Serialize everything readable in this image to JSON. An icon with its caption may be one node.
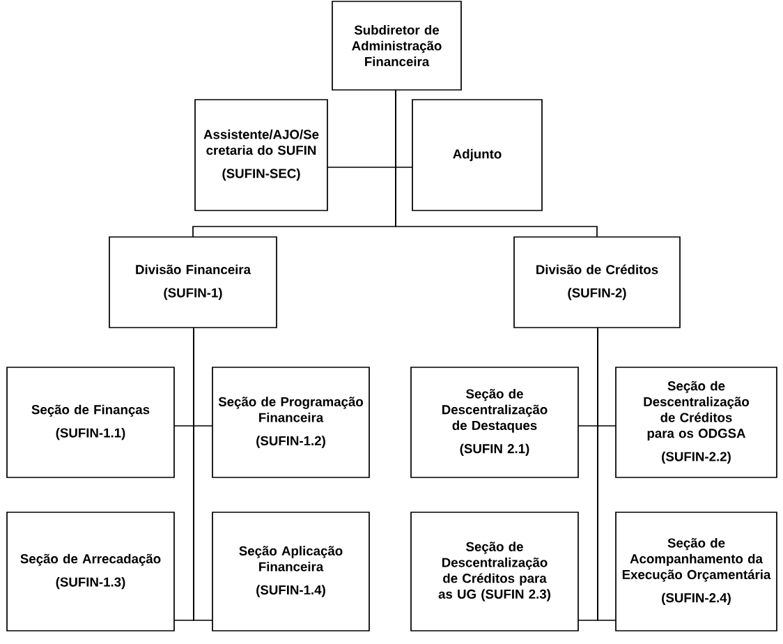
{
  "diagram": {
    "nodes": [
      {
        "text": [
          "Subdiretor de Administração Financeira"
        ]
      },
      {
        "text": [
          "Assistente/AJO/Se cretaria do SUFIN",
          "(SUFIN-SEC)"
        ]
      },
      {
        "text": [
          "Adjunto"
        ]
      },
      {
        "text": [
          "Divisão Financeira",
          "(SUFIN-1)"
        ]
      },
      {
        "text": [
          "Divisão de Créditos",
          "(SUFIN-2)"
        ]
      },
      {
        "text": [
          "Seção de Finanças",
          "(SUFIN-1.1)"
        ]
      },
      {
        "text": [
          "Seção de Programação Financeira",
          "(SUFIN-1.2)"
        ]
      },
      {
        "text": [
          "Seção de Descentralização de Destaques",
          "(SUFIN 2.1)"
        ]
      },
      {
        "text": [
          "Seção de Descentralização de Créditos para os ODGSA",
          "(SUFIN-2.2)"
        ]
      },
      {
        "text": [
          "Seção de Arrecadação",
          "(SUFIN-1.3)"
        ]
      },
      {
        "text": [
          "Seção Aplicação Financeira",
          "(SUFIN-1.4)"
        ]
      },
      {
        "text": [
          "Seção de Descentralização de Créditos para as UG (SUFIN 2.3)"
        ]
      },
      {
        "text": [
          "Seção de Acompanhamento da Execução Orçamentária",
          "(SUFIN-2.4)"
        ]
      }
    ],
    "edges": [
      {
        "from": 0,
        "to": 1,
        "arrow": "none"
      },
      {
        "from": 0,
        "to": 2,
        "arrow": "none"
      },
      {
        "from": 0,
        "to": 3,
        "arrow": "none"
      },
      {
        "from": 0,
        "to": 4,
        "arrow": "none"
      },
      {
        "from": 3,
        "to": 5,
        "arrow": "none"
      },
      {
        "from": 3,
        "to": 6,
        "arrow": "none"
      },
      {
        "from": 4,
        "to": 7,
        "arrow": "none"
      },
      {
        "from": 4,
        "to": 8,
        "arrow": "none"
      },
      {
        "from": 3,
        "to": 9,
        "arrow": "none"
      },
      {
        "from": 3,
        "to": 10,
        "arrow": "none"
      },
      {
        "from": 4,
        "to": 11,
        "arrow": "none"
      },
      {
        "from": 4,
        "to": 12,
        "arrow": "none"
      }
    ]
  }
}
